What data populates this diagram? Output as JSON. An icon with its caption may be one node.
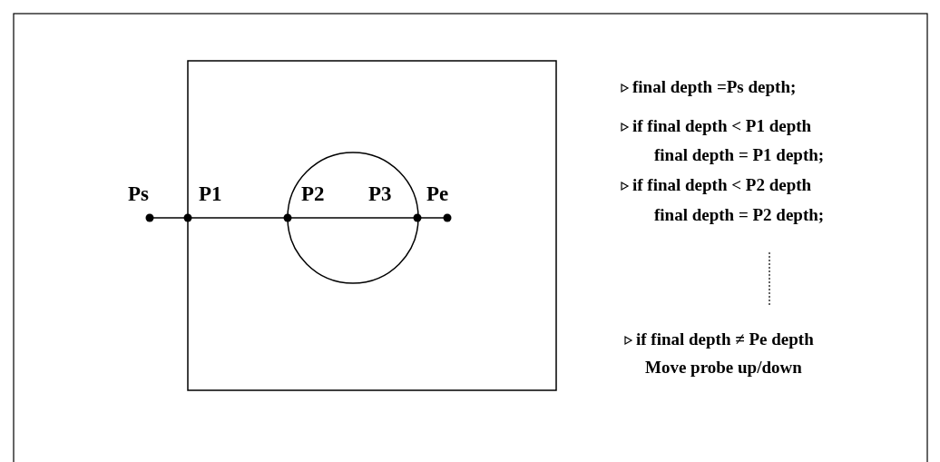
{
  "diagram": {
    "labels": [
      "Ps",
      "P1",
      "P2",
      "P3",
      "Pe",
      "final depth =Ps depth;",
      "if final depth < P1 depth",
      "final depth = P1 depth;",
      "if final depth < P2 depth",
      "final depth = P2 depth;",
      "if final depth ≠ Pe depth",
      "Move probe up/down"
    ]
  }
}
